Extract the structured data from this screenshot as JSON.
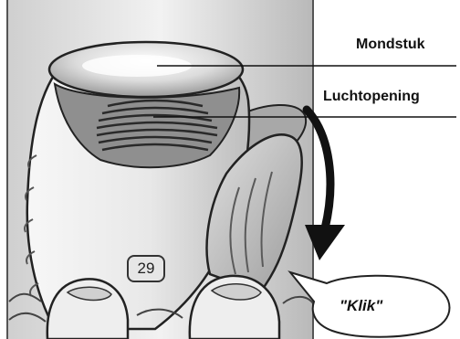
{
  "labels": {
    "mouthpiece": "Mondstuk",
    "air_vent": "Luchtopening",
    "click_sound": "\"Klik\""
  },
  "counter": "29"
}
